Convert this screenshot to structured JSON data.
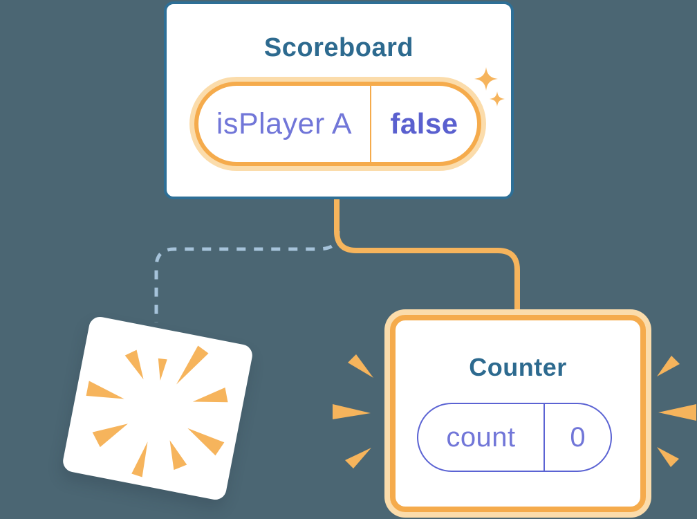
{
  "scoreboard": {
    "title": "Scoreboard",
    "state": {
      "name": "isPlayer A",
      "value": "false"
    }
  },
  "counter": {
    "title": "Counter",
    "state": {
      "name": "count",
      "value": "0"
    }
  },
  "icons": {
    "sparkle_large": "sparkle-icon",
    "sparkle_small": "sparkle-icon",
    "poof_burst": "poof-burst-icon",
    "emphasis_rays": "emphasis-ray-icon",
    "connector_solid": "tree-connector-active",
    "connector_dashed": "tree-connector-removed"
  },
  "colors": {
    "background": "#4b6673",
    "card_border_teal": "#2e6f96",
    "title_teal": "#2d6a8f",
    "orange": "#f5ab4c",
    "orange_bright": "#f6b45c",
    "orange_halo": "#fbdcab",
    "purple": "#7176d8",
    "purple_bold": "#5a60cf",
    "pill_purple_border": "#5b63d3",
    "dashed_blue": "#a6c3da"
  }
}
